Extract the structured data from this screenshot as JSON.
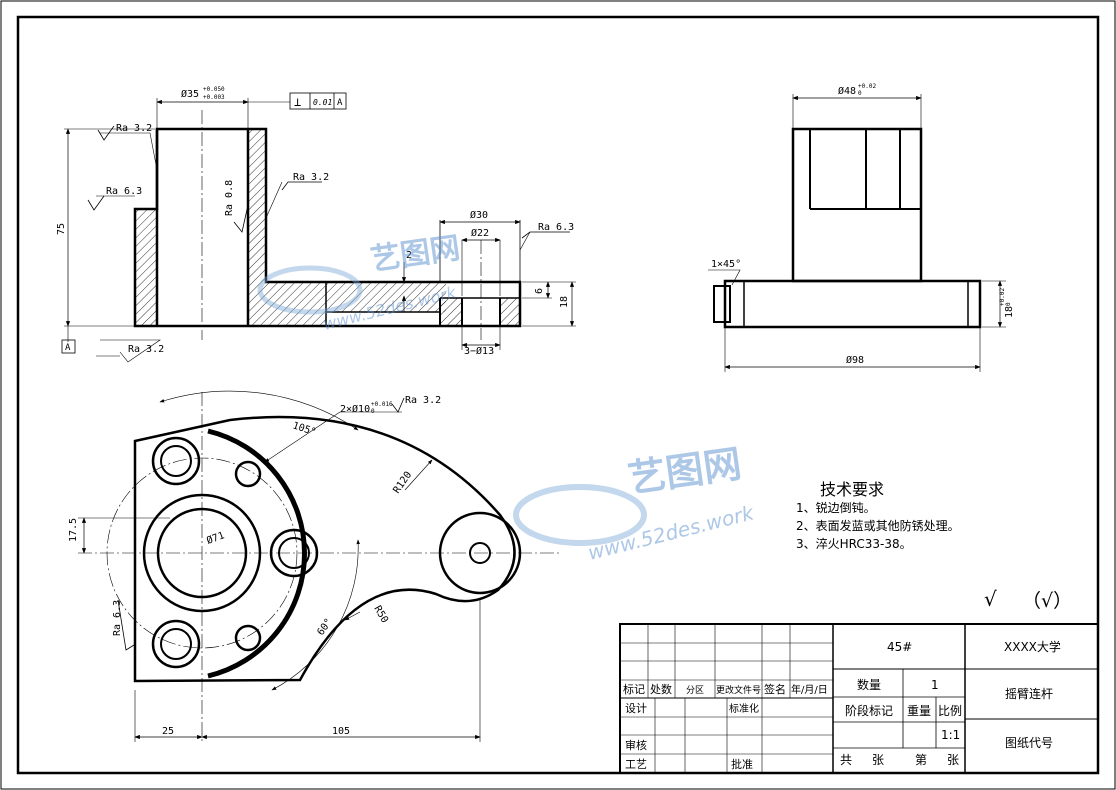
{
  "dims": {
    "d35": "Ø35",
    "d35_tol_up": "+0.050",
    "d35_tol_dn": "+0.003",
    "gtol_sym": "⊥",
    "gtol_val": "0.01",
    "gtol_ref": "A",
    "ra32_a": "Ra 3.2",
    "ra63_a": "Ra 6.3",
    "ra08": "Ra 0.8",
    "ra32_b": "Ra 3.2",
    "ra63_b": "Ra 6.3",
    "ra32_c": "Ra 3.2",
    "h75": "75",
    "datumA": "A",
    "d30": "Ø30",
    "d22": "Ø22",
    "h2": "2",
    "h6": "6",
    "h18": "18",
    "holes": "3−Ø13",
    "d48": "Ø48",
    "d48_tol": "+0.02",
    "d48_tol0": "0",
    "chamfer": "1×45°",
    "h18tol": "18",
    "h18tol_up": "+0.02",
    "h18tol_dn": "0",
    "d98": "Ø98",
    "pins": "2×Ø10",
    "pins_tol_up": "+0.016",
    "pins_tol_dn": "0",
    "ra32_d": "Ra 3.2",
    "a105": "105°",
    "r120": "R120",
    "d71": "Ø71",
    "h175": "17.5",
    "ra63_c": "Ra 6.3",
    "r50": "R50",
    "a60": "60°",
    "w25": "25",
    "w105": "105"
  },
  "watermark": {
    "cn": "艺图网",
    "url": "www.52des.work"
  },
  "tech": {
    "title": "技术要求",
    "items": [
      "1、锐边倒钝。",
      "2、表面发蓝或其他防锈处理。",
      "3、淬火HRC33-38。"
    ]
  },
  "rough_mark": "√",
  "rough_paren": "（√）",
  "title_block": {
    "material": "45#",
    "school": "XXXX大学",
    "part_name": "摇臂连杆",
    "drawing_no": "图纸代号",
    "qty_label": "数量",
    "qty": "1",
    "stage": "阶段标记",
    "weight": "重量",
    "scale_label": "比例",
    "scale": "1:1",
    "total": "共",
    "sheets": "张",
    "nth": "第",
    "sheet": "张",
    "rev": [
      "标记",
      "处数",
      "分区",
      "更改文件号",
      "签名",
      "年/月/日"
    ],
    "design": "设计",
    "standard": "标准化",
    "review": "审核",
    "process": "工艺",
    "approve": "批准"
  }
}
